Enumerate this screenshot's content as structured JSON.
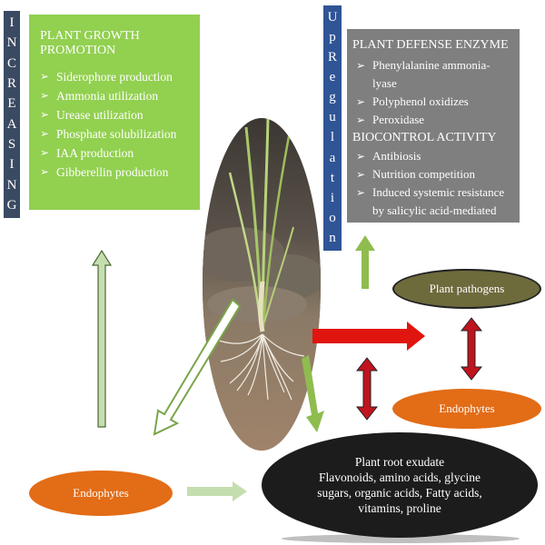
{
  "banner_left": {
    "letters": [
      "I",
      "N",
      "C",
      "R",
      "E",
      "A",
      "S",
      "I",
      "N",
      "G"
    ]
  },
  "banner_right": {
    "letters": [
      "U",
      "p",
      "R",
      "e",
      "g",
      "u",
      "l",
      "a",
      "t",
      "i",
      "o",
      "n"
    ]
  },
  "growth": {
    "title": "PLANT GROWTH PROMOTION",
    "items": [
      "Siderophore production",
      "Ammonia utilization",
      "Urease utilization",
      "Phosphate solubilization",
      "IAA production",
      "Gibberellin  production"
    ]
  },
  "defense": {
    "title": "PLANT DEFENSE ENZYME",
    "enzymes": [
      "Phenylalanine ammonia-lyase",
      " Polyphenol oxidizes",
      " Peroxidase"
    ],
    "biocontrol_title": "BIOCONTROL ACTIVITY",
    "biocontrol": [
      "Antibiosis",
      "Nutrition competition",
      "Induced systemic resistance by salicylic acid-mediated"
    ]
  },
  "pathogens": "Plant pathogens",
  "endophytes_right": "Endophytes",
  "endophytes_left": "Endophytes",
  "exudate": {
    "line1": "Plant root exudate",
    "line2": "Flavonoids, amino acids, glycine",
    "line3": "sugars, organic acids, Fatty acids,",
    "line4": "vitamins, proline"
  },
  "colors": {
    "growth_box": "#92d050",
    "defense_box": "#7f7f7f",
    "banner_left": "#3b4a63",
    "banner_right": "#2f5597",
    "endophytes": "#e36c16",
    "pathogens": "#6d6a3c",
    "exudate": "#1c1c1c",
    "arrow_green": "#8fbc4e",
    "arrow_pale_green": "#c5deb0",
    "arrow_red": "#e0150f",
    "arrow_dark_red": "#c0141e"
  }
}
